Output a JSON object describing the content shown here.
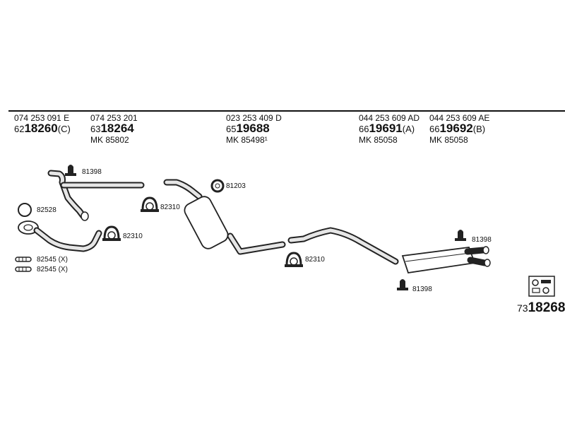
{
  "headers": [
    {
      "part_number": "074 253 091 E",
      "prefix": "62",
      "code": "18260",
      "suffix": "(C)",
      "mk": ""
    },
    {
      "part_number": "074 253 201",
      "prefix": "63",
      "code": "18264",
      "suffix": "",
      "mk": "MK  85802"
    },
    {
      "part_number": "023 253 409 D",
      "prefix": "65",
      "code": "19688",
      "suffix": "",
      "mk": "MK  85498¹"
    },
    {
      "part_number": "044 253 609 AD",
      "prefix": "66",
      "code": "19691",
      "suffix": "(A)",
      "mk": "MK  85058"
    },
    {
      "part_number": "044 253 609 AE",
      "prefix": "66",
      "code": "19692",
      "suffix": "(B)",
      "mk": "MK  85058"
    }
  ],
  "labels": {
    "l81398a": "81398",
    "l82528": "82528",
    "l82310a": "82310",
    "l82310b": "82310",
    "l82545a": "82545 (X)",
    "l82545b": "82545 (X)",
    "l81203": "81203",
    "l82310c": "82310",
    "l81398b": "81398",
    "l81398c": "81398"
  },
  "total": {
    "prefix": "73",
    "code": "18268"
  },
  "icons": [
    "clamp-icon",
    "rubber-hanger-icon",
    "gasket-ring-icon",
    "u-bolt-icon",
    "mounting-kit-icon"
  ]
}
